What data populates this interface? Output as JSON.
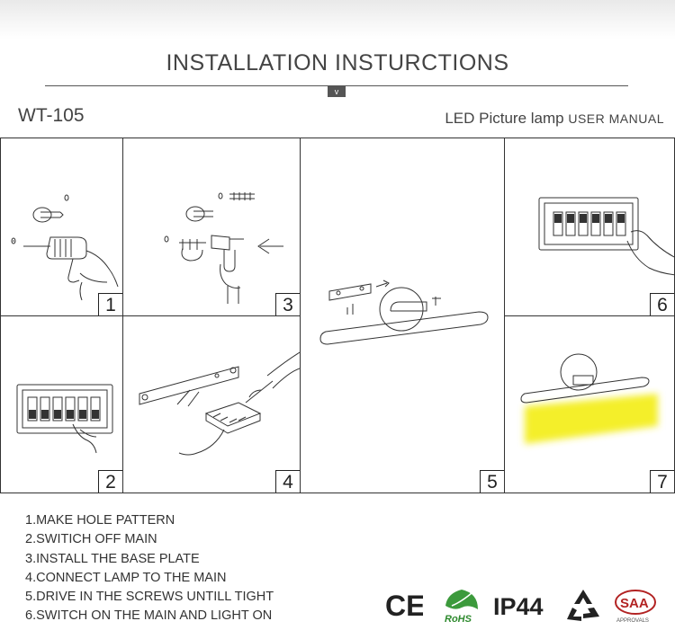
{
  "header": {
    "title": "INSTALLATION INSTURCTIONS",
    "chevron": "v",
    "model": "WT-105",
    "product": "LED Picture lamp",
    "product_suffix": "USER MANUAL"
  },
  "panels": [
    {
      "number": "1",
      "icon": "drill-hole-icon"
    },
    {
      "number": "3",
      "icon": "hammer-anchor-icon"
    },
    {
      "number": "5",
      "icon": "lamp-assembly-icon"
    },
    {
      "number": "6",
      "icon": "switch-on-icon"
    },
    {
      "number": "2",
      "icon": "switch-off-icon"
    },
    {
      "number": "4",
      "icon": "wire-connect-icon"
    },
    {
      "number": "7",
      "icon": "lamp-light-on-icon"
    }
  ],
  "steps": [
    "1.MAKE HOLE PATTERN",
    "2.SWITICH OFF MAIN",
    "3.INSTALL THE BASE PLATE",
    "4.CONNECT LAMP TO THE MAIN",
    "5.DRIVE IN THE SCREWS UNTILL TIGHT",
    "6.SWITCH ON THE MAIN AND LIGHT ON"
  ],
  "certifications": {
    "ce": "CE",
    "rohs": "RoHS",
    "ip": "IP44",
    "recycle_icon": "recycle-icon",
    "saa": "SAA",
    "saa_sub": "APPROVALS"
  },
  "colors": {
    "line": "#333333",
    "light": "#f4ef2a"
  }
}
